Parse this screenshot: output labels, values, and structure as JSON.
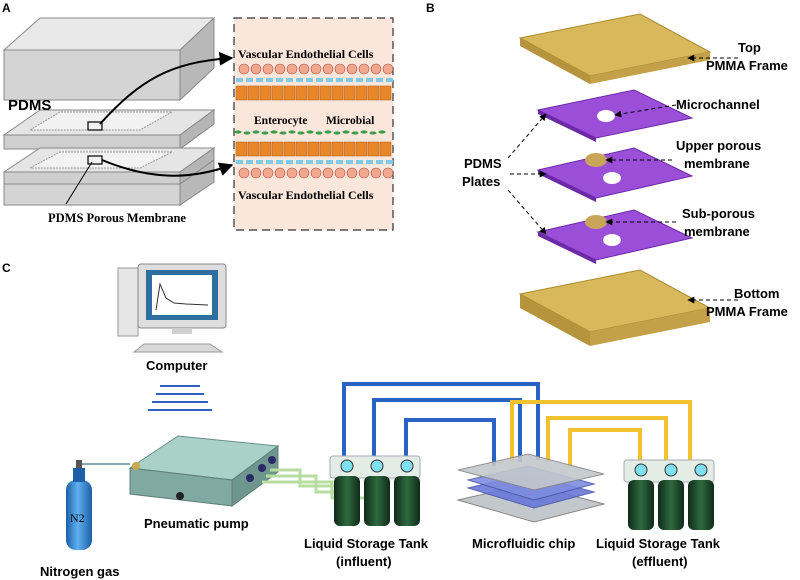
{
  "panels": {
    "a": "A",
    "b": "B",
    "c": "C"
  },
  "panel_a": {
    "pdms_label": "PDMS",
    "membrane_label": "PDMS Porous Membrane",
    "vec_top": "Vascular Endothelial Cells",
    "vec_bottom": "Vascular Endothelial Cells",
    "enterocyte": "Enterocyte",
    "microbial": "Microbial",
    "colors": {
      "pdms_block": "#d4d4d4",
      "inset_bg": "#fbe6dc",
      "membrane": "#7fc8e6",
      "enterocyte": "#e8862a",
      "microbe": "#3d9e4a",
      "endothelial": "#f0a890"
    }
  },
  "panel_b": {
    "top_frame": [
      "Top",
      "PMMA Frame"
    ],
    "microchannel": "Microchannel",
    "upper_membrane": [
      "Upper porous",
      "membrane"
    ],
    "sub_membrane": [
      "Sub-porous",
      "membrane"
    ],
    "pdms_plates": [
      "PDMS",
      "Plates"
    ],
    "bottom_frame": [
      "Bottom",
      "PMMA Frame"
    ],
    "colors": {
      "pmma": "#d9b85c",
      "pdms_plate": "#9b4fd9",
      "membrane_disc": "#c9a55a"
    }
  },
  "panel_c": {
    "computer": "Computer",
    "nitrogen_gas": "Nitrogen gas",
    "n2": "N2",
    "pneumatic_pump": "Pneumatic pump",
    "tank_influent": [
      "Liquid Storage Tank",
      "(influent)"
    ],
    "microfluidic_chip": "Microfluidic chip",
    "tank_effluent": [
      "Liquid Storage Tank",
      "(effluent)"
    ],
    "colors": {
      "blue_tube": "#2a63c4",
      "yellow_tube": "#f2c12e",
      "green_tube": "#b7dca0",
      "tank": "#1f4d2e",
      "cylinder": "#2a7fd0",
      "pump": "#9fc8c0"
    }
  }
}
